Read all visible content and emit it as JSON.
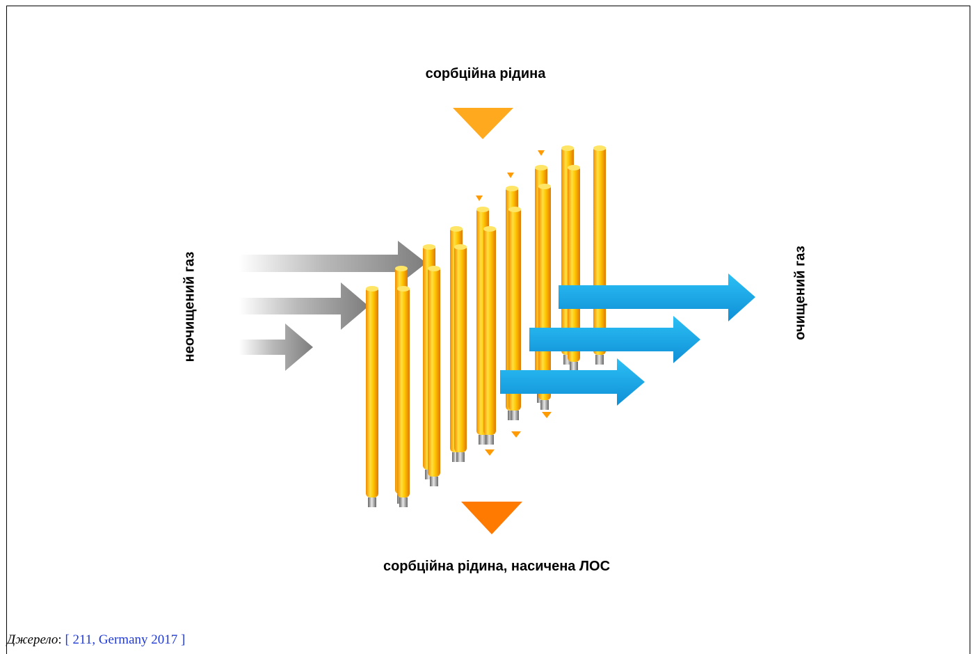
{
  "labels": {
    "top": "сорбційна рідина",
    "bottom": "сорбційна рідина, насичена ЛОС",
    "left": "неочищений газ",
    "right": "очищений газ"
  },
  "source": {
    "label": "Джерело",
    "colon": ": ",
    "reference": "[ 211, Germany 2017 ]"
  },
  "colors": {
    "gas_in": "#9a9a9a",
    "gas_out": "#1aa6e6",
    "liquid_in": "#ffae1a",
    "liquid_out": "#ff7f00",
    "tube": "#ffc000",
    "tube_tip": "#8a8a8a"
  }
}
